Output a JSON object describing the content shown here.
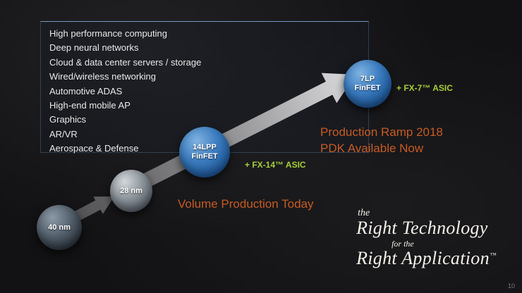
{
  "applications": {
    "items": [
      "High performance computing",
      "Deep neural networks",
      "Cloud & data center servers / storage",
      "Wired/wireless networking",
      "Automotive ADAS",
      "High-end mobile AP",
      "Graphics",
      "AR/VR",
      "Aerospace & Defense"
    ]
  },
  "roadmap": {
    "nodes": [
      {
        "line1": "40 nm",
        "line2": ""
      },
      {
        "line1": "28 nm",
        "line2": ""
      },
      {
        "line1": "14LPP",
        "line2": "FinFET"
      },
      {
        "line1": "7LP",
        "line2": "FinFET"
      }
    ],
    "asic14": "+ FX-14™ ASIC",
    "asic7": "+ FX-7™ ASIC",
    "volume_callout": "Volume Production Today",
    "ramp_line1": "Production Ramp 2018",
    "ramp_line2": "PDK Available Now"
  },
  "tagline": {
    "the": "the",
    "line1": "Right Technology",
    "for_the": "for the",
    "line2": "Right Application",
    "tm": "™"
  },
  "page_number": "10",
  "colors": {
    "orange": "#c75b22",
    "green": "#a6ce39",
    "node_blue": "#2a6db5"
  }
}
